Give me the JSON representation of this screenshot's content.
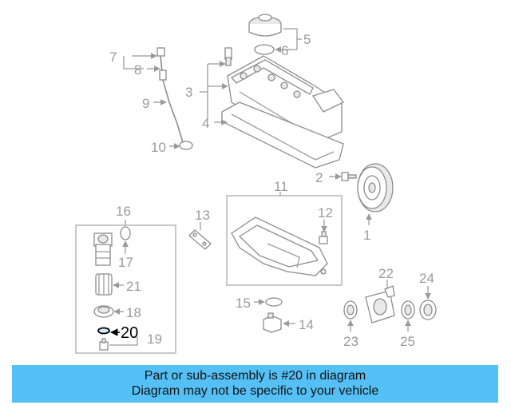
{
  "diagram": {
    "labels": {
      "p1": "1",
      "p2": "2",
      "p3": "3",
      "p4": "4",
      "p5": "5",
      "p6": "6",
      "p7": "7",
      "p8": "8",
      "p9": "9",
      "p10": "10",
      "p11": "11",
      "p12": "12",
      "p13": "13",
      "p14": "14",
      "p15": "15",
      "p16": "16",
      "p17": "17",
      "p18": "18",
      "p19": "19",
      "p20": "20",
      "p21": "21",
      "p22": "22",
      "p23": "23",
      "p24": "24",
      "p25": "25"
    },
    "highlight_part": "20"
  },
  "caption": {
    "line1": "Part or sub-assembly is #20 in diagram",
    "line2": "Diagram may not be specific to your vehicle"
  },
  "colors": {
    "caption_bg": "#55c0f5",
    "line_gray": "#9a9a9a"
  }
}
